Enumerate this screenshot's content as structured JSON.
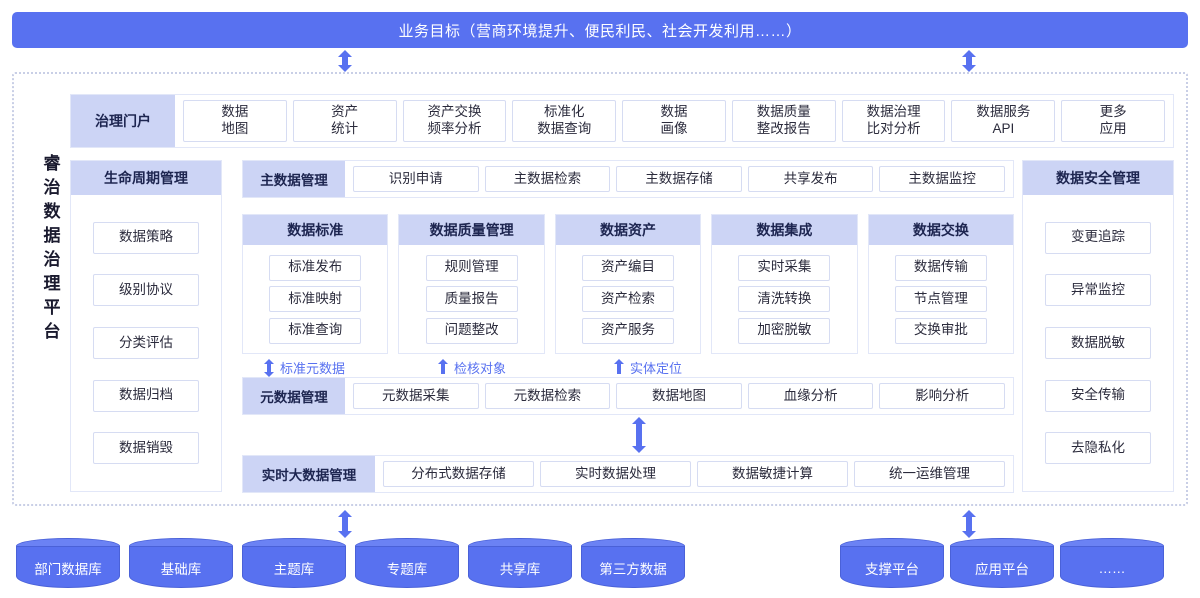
{
  "banner": {
    "title": "业务目标（营商环境提升、便民利民、社会开发利用……）",
    "color": "#5871f0"
  },
  "platform": {
    "vertical_title_chars": [
      "睿",
      "治",
      "数",
      "据",
      "治",
      "理",
      "平",
      "台"
    ],
    "portal": {
      "header": "治理门户",
      "apps": [
        "数据\n地图",
        "资产\n统计",
        "资产交换\n频率分析",
        "标准化\n数据查询",
        "数据\n画像",
        "数据质量\n整改报告",
        "数据治理\n比对分析",
        "数据服务\nAPI",
        "更多\n应用"
      ]
    },
    "lifecycle": {
      "header": "生命周期管理",
      "items": [
        "数据策略",
        "级别协议",
        "分类评估",
        "数据归档",
        "数据销毁"
      ]
    },
    "master_data": {
      "header": "主数据管理",
      "items": [
        "识别申请",
        "主数据检索",
        "主数据存储",
        "共享发布",
        "主数据监控"
      ]
    },
    "domains": [
      {
        "header": "数据标准",
        "items": [
          "标准发布",
          "标准映射",
          "标准查询"
        ]
      },
      {
        "header": "数据质量管理",
        "items": [
          "规则管理",
          "质量报告",
          "问题整改"
        ]
      },
      {
        "header": "数据资产",
        "items": [
          "资产编目",
          "资产检索",
          "资产服务"
        ]
      },
      {
        "header": "数据集成",
        "items": [
          "实时采集",
          "清洗转换",
          "加密脱敏"
        ]
      },
      {
        "header": "数据交换",
        "items": [
          "数据传输",
          "节点管理",
          "交换审批"
        ]
      }
    ],
    "arrow_labels": [
      {
        "text": "标准元数据",
        "direction": "both"
      },
      {
        "text": "检核对象",
        "direction": "up"
      },
      {
        "text": "实体定位",
        "direction": "up"
      }
    ],
    "metadata": {
      "header": "元数据管理",
      "items": [
        "元数据采集",
        "元数据检索",
        "数据地图",
        "血缘分析",
        "影响分析"
      ]
    },
    "bigdata": {
      "header": "实时大数据管理",
      "items": [
        "分布式数据存储",
        "实时数据处理",
        "数据敏捷计算",
        "统一运维管理"
      ]
    },
    "security": {
      "header": "数据安全管理",
      "items": [
        "变更追踪",
        "异常监控",
        "数据脱敏",
        "安全传输",
        "去隐私化"
      ]
    }
  },
  "sources": {
    "left": [
      "部门数据库",
      "基础库",
      "主题库",
      "专题库",
      "共享库",
      "第三方数据"
    ],
    "right": [
      "支撑平台",
      "应用平台",
      "……"
    ]
  }
}
